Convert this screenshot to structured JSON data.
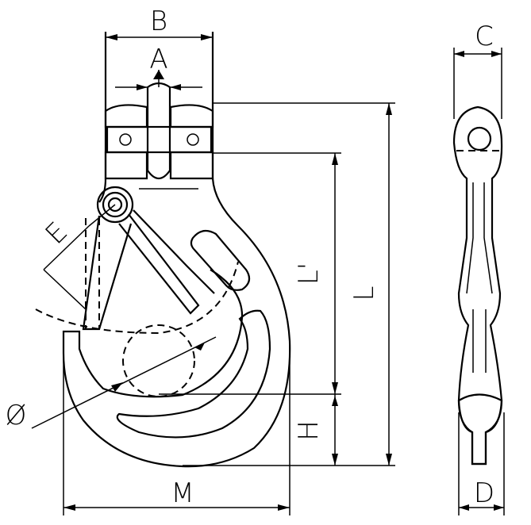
{
  "title": "Clevis sling hook with safety latch - dimension drawing",
  "dimensions": {
    "B": "B",
    "A": "A",
    "C": "C",
    "E": "E",
    "L_prime": "L'",
    "L": "L",
    "diameter": "Ø",
    "H": "H",
    "M": "M",
    "D": "D"
  },
  "colors": {
    "line": "#000000",
    "background": "#ffffff"
  }
}
